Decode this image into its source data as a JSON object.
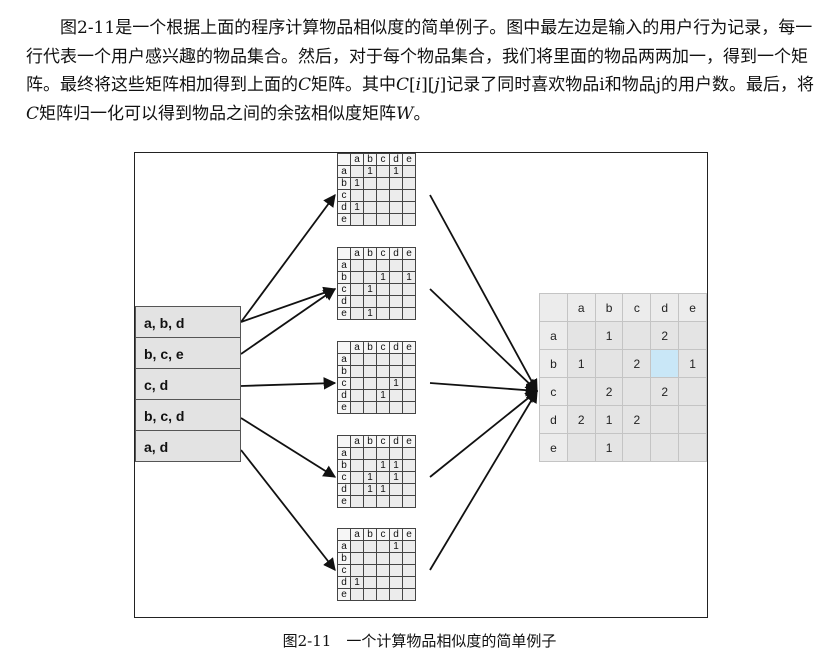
{
  "paragraph": {
    "s1": "图2-11是一个根据上面的程序计算物品相似度的简单例子。图中最左边是输入的用户行为记录，每一行代表一个用户感兴趣的物品集合。然后，对于每个物品集合，我们将里面的物品两两加一，得到一个矩阵。最终将这些矩阵相加得到上面的",
    "c1": "C",
    "s2": "矩阵。其中",
    "c2": "C",
    "s3": "[",
    "i1": "i",
    "s4": "][",
    "j1": "j",
    "s5": "]记录了同时喜欢物品i和物品j的用户数。最后，将",
    "c3": "C",
    "s6": "矩阵归一化可以得到物品之间的余弦相似度矩阵",
    "w1": "W",
    "s7": "。"
  },
  "figure": {
    "user_sets": [
      "a, b, d",
      "b, c, e",
      "c, d",
      "b, c, d",
      "a, d"
    ],
    "headers": [
      "a",
      "b",
      "c",
      "d",
      "e"
    ],
    "matrices": [
      [
        [
          "",
          "1",
          "",
          "1",
          ""
        ],
        [
          "1",
          "",
          "",
          "",
          ""
        ],
        [
          "",
          "",
          "",
          "",
          ""
        ],
        [
          "1",
          "",
          "",
          "",
          ""
        ],
        [
          "",
          "",
          "",
          "",
          ""
        ]
      ],
      [
        [
          "",
          "",
          "",
          "",
          ""
        ],
        [
          "",
          "",
          "1",
          "",
          "1"
        ],
        [
          "",
          "1",
          "",
          "",
          ""
        ],
        [
          "",
          "",
          "",
          "",
          ""
        ],
        [
          "",
          "1",
          "",
          "",
          ""
        ]
      ],
      [
        [
          "",
          "",
          "",
          "",
          ""
        ],
        [
          "",
          "",
          "",
          "",
          ""
        ],
        [
          "",
          "",
          "",
          "1",
          ""
        ],
        [
          "",
          "",
          "1",
          "",
          ""
        ],
        [
          "",
          "",
          "",
          "",
          ""
        ]
      ],
      [
        [
          "",
          "",
          "",
          "",
          ""
        ],
        [
          "",
          "",
          "1",
          "1",
          ""
        ],
        [
          "",
          "1",
          "",
          "1",
          ""
        ],
        [
          "",
          "1",
          "1",
          "",
          ""
        ],
        [
          "",
          "",
          "",
          "",
          ""
        ]
      ],
      [
        [
          "",
          "",
          "",
          "1",
          ""
        ],
        [
          "",
          "",
          "",
          "",
          ""
        ],
        [
          "",
          "",
          "",
          "",
          ""
        ],
        [
          "1",
          "",
          "",
          "",
          ""
        ],
        [
          "",
          "",
          "",
          "",
          ""
        ]
      ]
    ],
    "result": [
      [
        "",
        "1",
        "",
        "2",
        ""
      ],
      [
        "1",
        "",
        "2",
        "",
        "1"
      ],
      [
        "",
        "2",
        "",
        "2",
        ""
      ],
      [
        "2",
        "1",
        "2",
        "",
        ""
      ],
      [
        "",
        "1",
        "",
        "",
        ""
      ]
    ]
  },
  "caption": "图2-11　一个计算物品相似度的简单例子"
}
